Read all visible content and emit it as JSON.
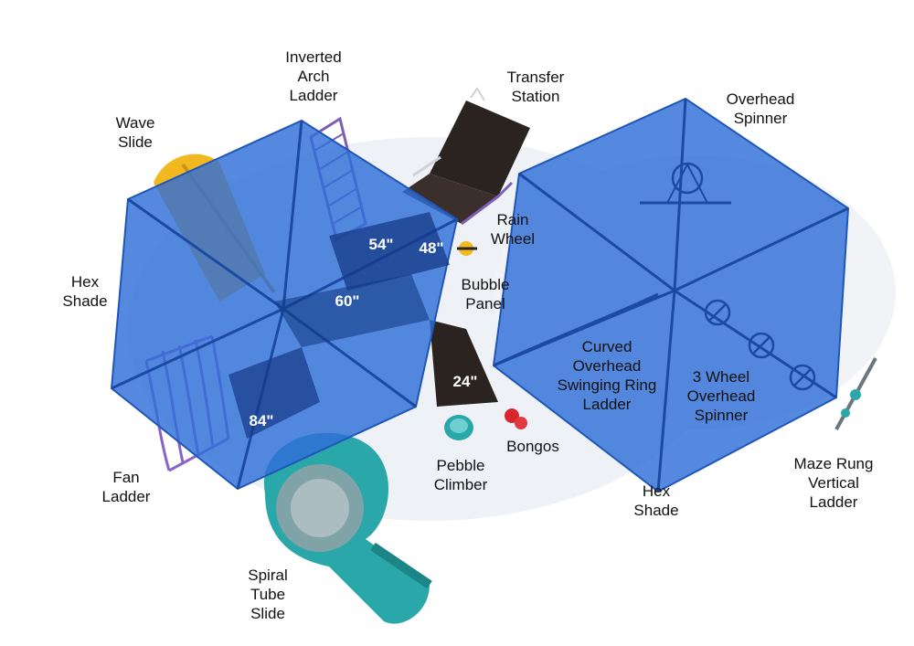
{
  "colors": {
    "shade_fill": "#2f6fd8",
    "shade_edge": "#1f56b8",
    "shade_ribs": "#1b4aa3",
    "deck_dark": "#2b2320",
    "deck_purple": "#7b5fb8",
    "slide_yellow": "#f2b820",
    "slide_teal": "#2aa7a8",
    "accent_red": "#d9262e",
    "ladder_purple": "#8a63c8"
  },
  "callouts": {
    "inverted_arch_ladder": [
      "Inverted",
      "Arch",
      "Ladder"
    ],
    "transfer_station": [
      "Transfer",
      "Station"
    ],
    "overhead_spinner": [
      "Overhead",
      "Spinner"
    ],
    "wave_slide": [
      "Wave",
      "Slide"
    ],
    "rain_wheel": [
      "Rain",
      "Wheel"
    ],
    "bubble_panel": [
      "Bubble",
      "Panel"
    ],
    "hex_shade_left": [
      "Hex",
      "Shade"
    ],
    "curved_overhead_swinging_ring_ladder": [
      "Curved",
      "Overhead",
      "Swinging Ring",
      "Ladder"
    ],
    "three_wheel_overhead_spinner": [
      "3 Wheel",
      "Overhead",
      "Spinner"
    ],
    "fan_ladder": [
      "Fan",
      "Ladder"
    ],
    "pebble_climber": [
      "Pebble",
      "Climber"
    ],
    "bongos": [
      "Bongos"
    ],
    "hex_shade_right": [
      "Hex",
      "Shade"
    ],
    "maze_rung_vertical_ladder": [
      "Maze Rung",
      "Vertical",
      "Ladder"
    ],
    "spiral_tube_slide": [
      "Spiral",
      "Tube",
      "Slide"
    ]
  },
  "deck_heights": {
    "h54": "54\"",
    "h48": "48\"",
    "h60": "60\"",
    "h24": "24\"",
    "h84": "84\""
  }
}
